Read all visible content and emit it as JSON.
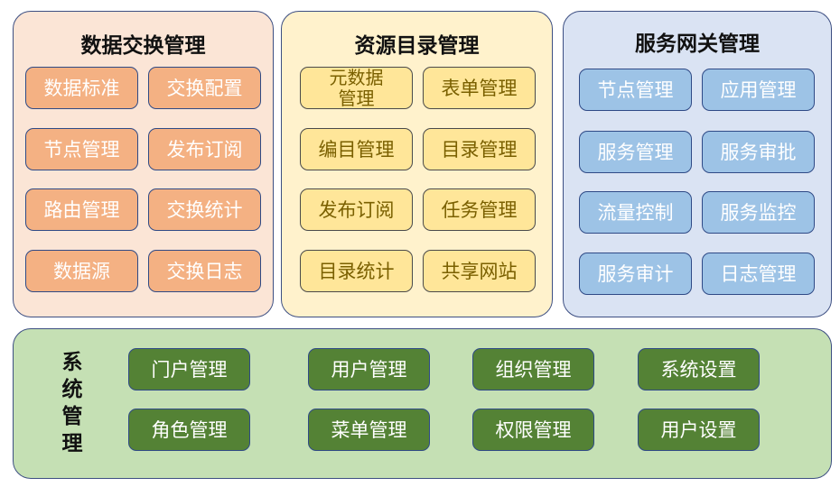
{
  "colors": {
    "exchange_panel_bg": "#fbe5d6",
    "catalog_panel_bg": "#fff2cc",
    "gateway_panel_bg": "#dae3f3",
    "system_panel_bg": "#c5e0b4",
    "orange_button": "#f4b183",
    "yellow_button": "#ffe699",
    "blue_button": "#9dc3e6",
    "green_button": "#548235"
  },
  "panels": {
    "data_exchange": {
      "title": "数据交换管理",
      "items": [
        "数据标准",
        "交换配置",
        "节点管理",
        "发布订阅",
        "路由管理",
        "交换统计",
        "数据源",
        "交换日志"
      ]
    },
    "resource_catalog": {
      "title": "资源目录管理",
      "items": [
        "元数据\n管理",
        "表单管理",
        "编目管理",
        "目录管理",
        "发布订阅",
        "任务管理",
        "目录统计",
        "共享网站"
      ]
    },
    "service_gateway": {
      "title": "服务网关管理",
      "items": [
        "节点管理",
        "应用管理",
        "服务管理",
        "服务审批",
        "流量控制",
        "服务监控",
        "服务审计",
        "日志管理"
      ]
    },
    "system": {
      "title": "系统管理",
      "title_vertical": "系\n统\n管\n理",
      "items": [
        "门户管理",
        "用户管理",
        "组织管理",
        "系统设置",
        "角色管理",
        "菜单管理",
        "权限管理",
        "用户设置"
      ]
    }
  }
}
